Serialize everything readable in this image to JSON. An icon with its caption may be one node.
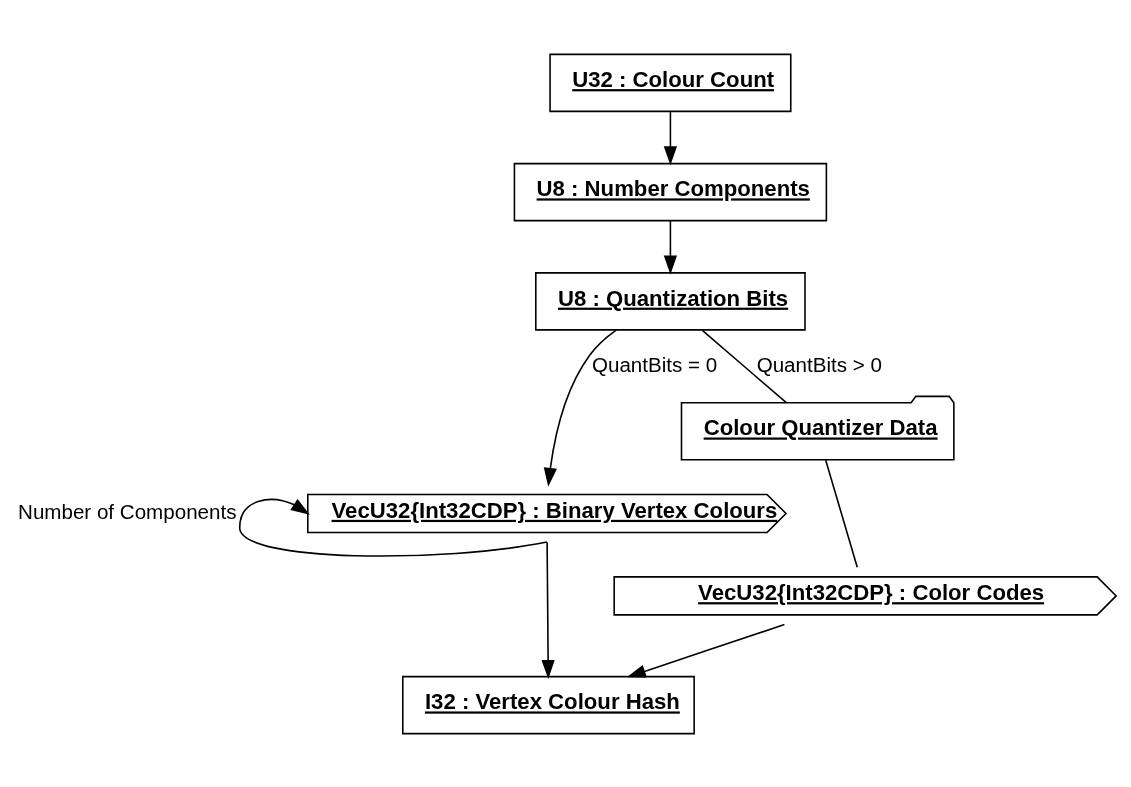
{
  "diagram": {
    "nodes": [
      {
        "text": [
          "U32 : Colour Count"
        ]
      },
      {
        "text": [
          "U8 : Number Components"
        ]
      },
      {
        "text": [
          "U8 : Quantization Bits"
        ]
      },
      {
        "text": [
          "VecU32{Int32CDP} : Binary Vertex Colours"
        ]
      },
      {
        "text": [
          "Colour Quantizer Data"
        ]
      },
      {
        "text": [
          "VecU32{Int32CDP} : Color Codes"
        ]
      },
      {
        "text": [
          "I32 : Vertex Colour Hash"
        ]
      }
    ],
    "edges": [
      {
        "from": 0,
        "to": 1,
        "arrow": "to"
      },
      {
        "from": 1,
        "to": 2,
        "arrow": "to"
      },
      {
        "from": 2,
        "to": 3,
        "arrow": "to",
        "label": "QuantBits = 0"
      },
      {
        "from": 2,
        "to": 4,
        "arrow": "none",
        "label": "QuantBits > 0"
      },
      {
        "from": 3,
        "to": 3,
        "arrow": "to",
        "label": "Number of Components"
      },
      {
        "from": 4,
        "to": 5,
        "arrow": "none"
      },
      {
        "from": 3,
        "to": 6,
        "arrow": "to"
      },
      {
        "from": 5,
        "to": 6,
        "arrow": "to"
      }
    ]
  }
}
